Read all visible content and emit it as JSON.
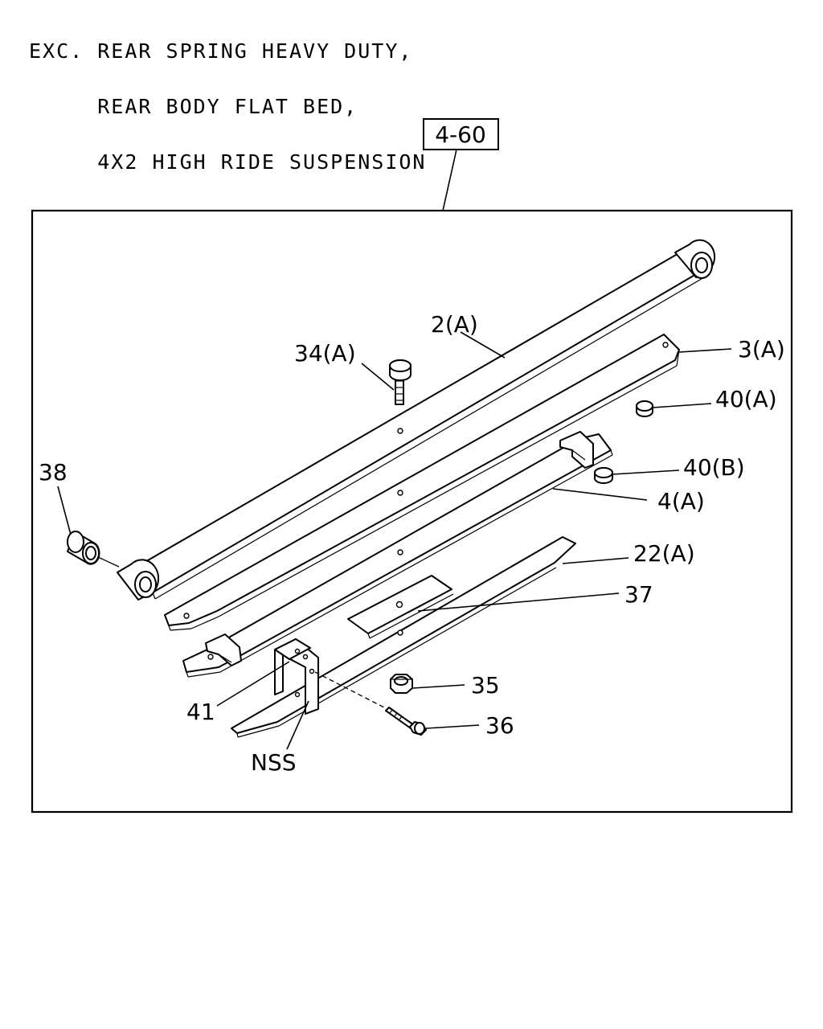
{
  "header": {
    "lines": [
      "EXC. REAR SPRING HEAVY DUTY,",
      "     REAR BODY FLAT BED,",
      "     4X2 HIGH RIDE SUSPENSION"
    ]
  },
  "reference_box": "4-60",
  "callouts": {
    "c2a": "2(A)",
    "c3a": "3(A)",
    "c34a": "34(A)",
    "c40a": "40(A)",
    "c40b": "40(B)",
    "c4a": "4(A)",
    "c38": "38",
    "c22a": "22(A)",
    "c37": "37",
    "c35": "35",
    "c36": "36",
    "c41": "41",
    "cnss": "NSS"
  }
}
